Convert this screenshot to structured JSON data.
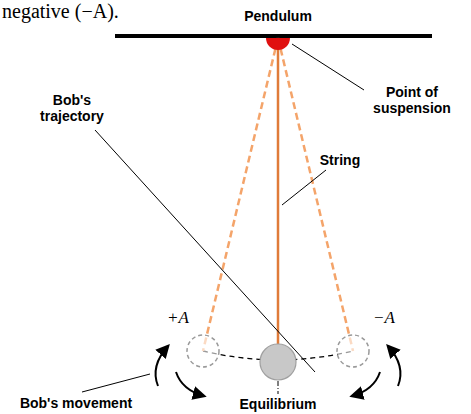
{
  "diagram": {
    "labels": [
      "negative (−A).",
      "Pendulum",
      "Point of suspension",
      "Bob's trajectory",
      "String",
      "+A",
      "−A",
      "Bob's movement",
      "Equilibrium"
    ]
  }
}
